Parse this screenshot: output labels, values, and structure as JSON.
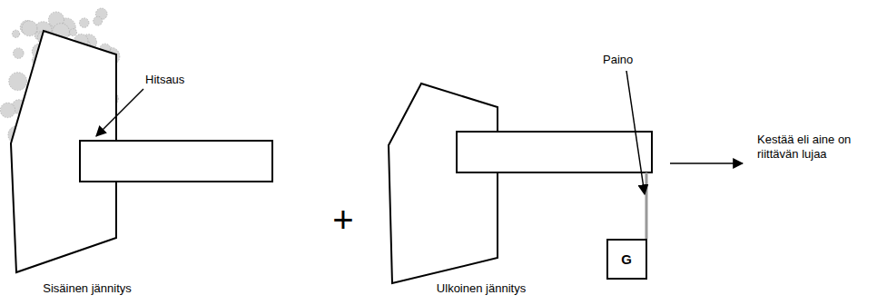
{
  "diagram": {
    "nodes": [
      {
        "text": [
          "G"
        ]
      }
    ],
    "labels": [
      "Hitsaus",
      "+",
      "Paino",
      "Kestää eli aine on riittävän lujaa",
      "Sisäinen jännitys",
      "Ulkoinen jännitys"
    ]
  }
}
